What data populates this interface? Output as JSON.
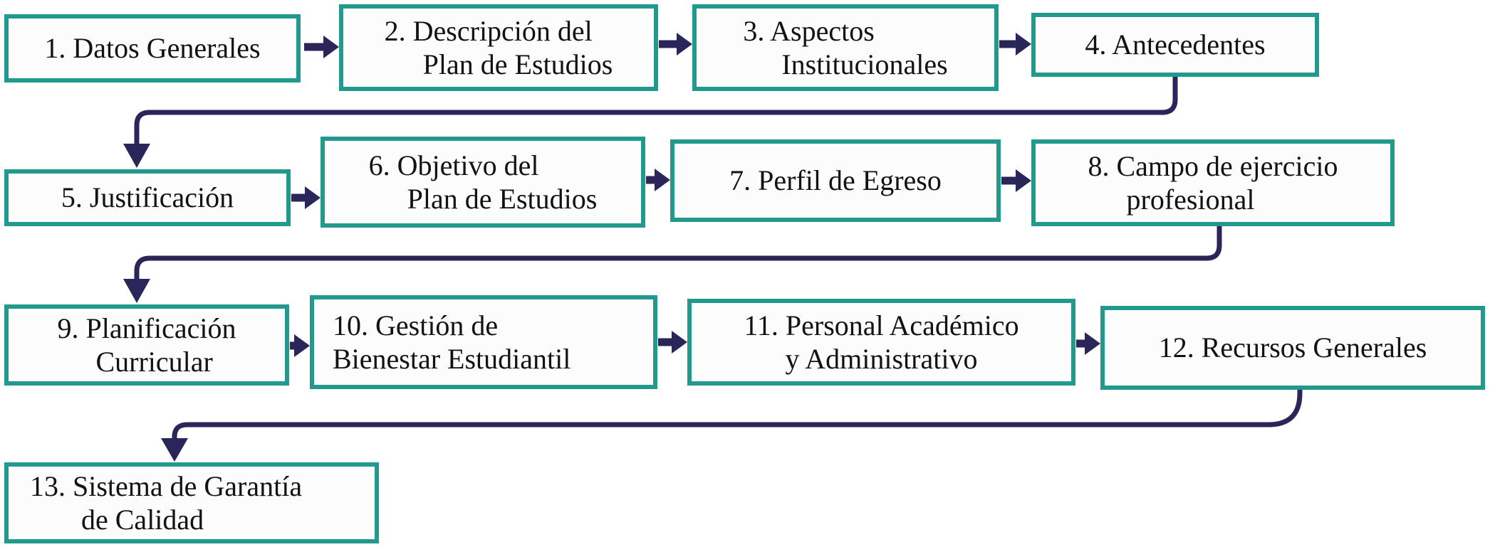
{
  "diagram": {
    "type": "flowchart",
    "language": "es",
    "boxes": [
      {
        "id": "1",
        "lines": [
          "1. Datos Generales"
        ]
      },
      {
        "id": "2",
        "lines": [
          "2. Descripción del",
          "Plan de Estudios"
        ]
      },
      {
        "id": "3",
        "lines": [
          "3. Aspectos",
          "Institucionales"
        ]
      },
      {
        "id": "4",
        "lines": [
          "4. Antecedentes"
        ]
      },
      {
        "id": "5",
        "lines": [
          "5. Justificación"
        ]
      },
      {
        "id": "6",
        "lines": [
          "6. Objetivo del",
          "Plan de Estudios"
        ]
      },
      {
        "id": "7",
        "lines": [
          "7. Perfil de Egreso"
        ]
      },
      {
        "id": "8",
        "lines": [
          "8. Campo de ejercicio",
          "profesional"
        ]
      },
      {
        "id": "9",
        "lines": [
          "9. Planificación",
          "Curricular"
        ]
      },
      {
        "id": "10",
        "lines": [
          "10. Gestión de",
          "Bienestar Estudiantil"
        ]
      },
      {
        "id": "11",
        "lines": [
          "11. Personal Académico",
          "y Administrativo"
        ]
      },
      {
        "id": "12",
        "lines": [
          "12. Recursos Generales"
        ]
      },
      {
        "id": "13",
        "lines": [
          "13. Sistema de Garantía",
          "de Calidad"
        ]
      }
    ],
    "edges": [
      {
        "from": "1",
        "to": "2"
      },
      {
        "from": "2",
        "to": "3"
      },
      {
        "from": "3",
        "to": "4"
      },
      {
        "from": "4",
        "to": "5"
      },
      {
        "from": "5",
        "to": "6"
      },
      {
        "from": "6",
        "to": "7"
      },
      {
        "from": "7",
        "to": "8"
      },
      {
        "from": "8",
        "to": "9"
      },
      {
        "from": "9",
        "to": "10"
      },
      {
        "from": "10",
        "to": "11"
      },
      {
        "from": "11",
        "to": "12"
      },
      {
        "from": "12",
        "to": "13"
      }
    ],
    "colors": {
      "box_border": "#219a8d",
      "box_fill": "#fcfcfd",
      "text": "#121212",
      "arrow": "#2a265a",
      "background": "#ffffff"
    }
  }
}
